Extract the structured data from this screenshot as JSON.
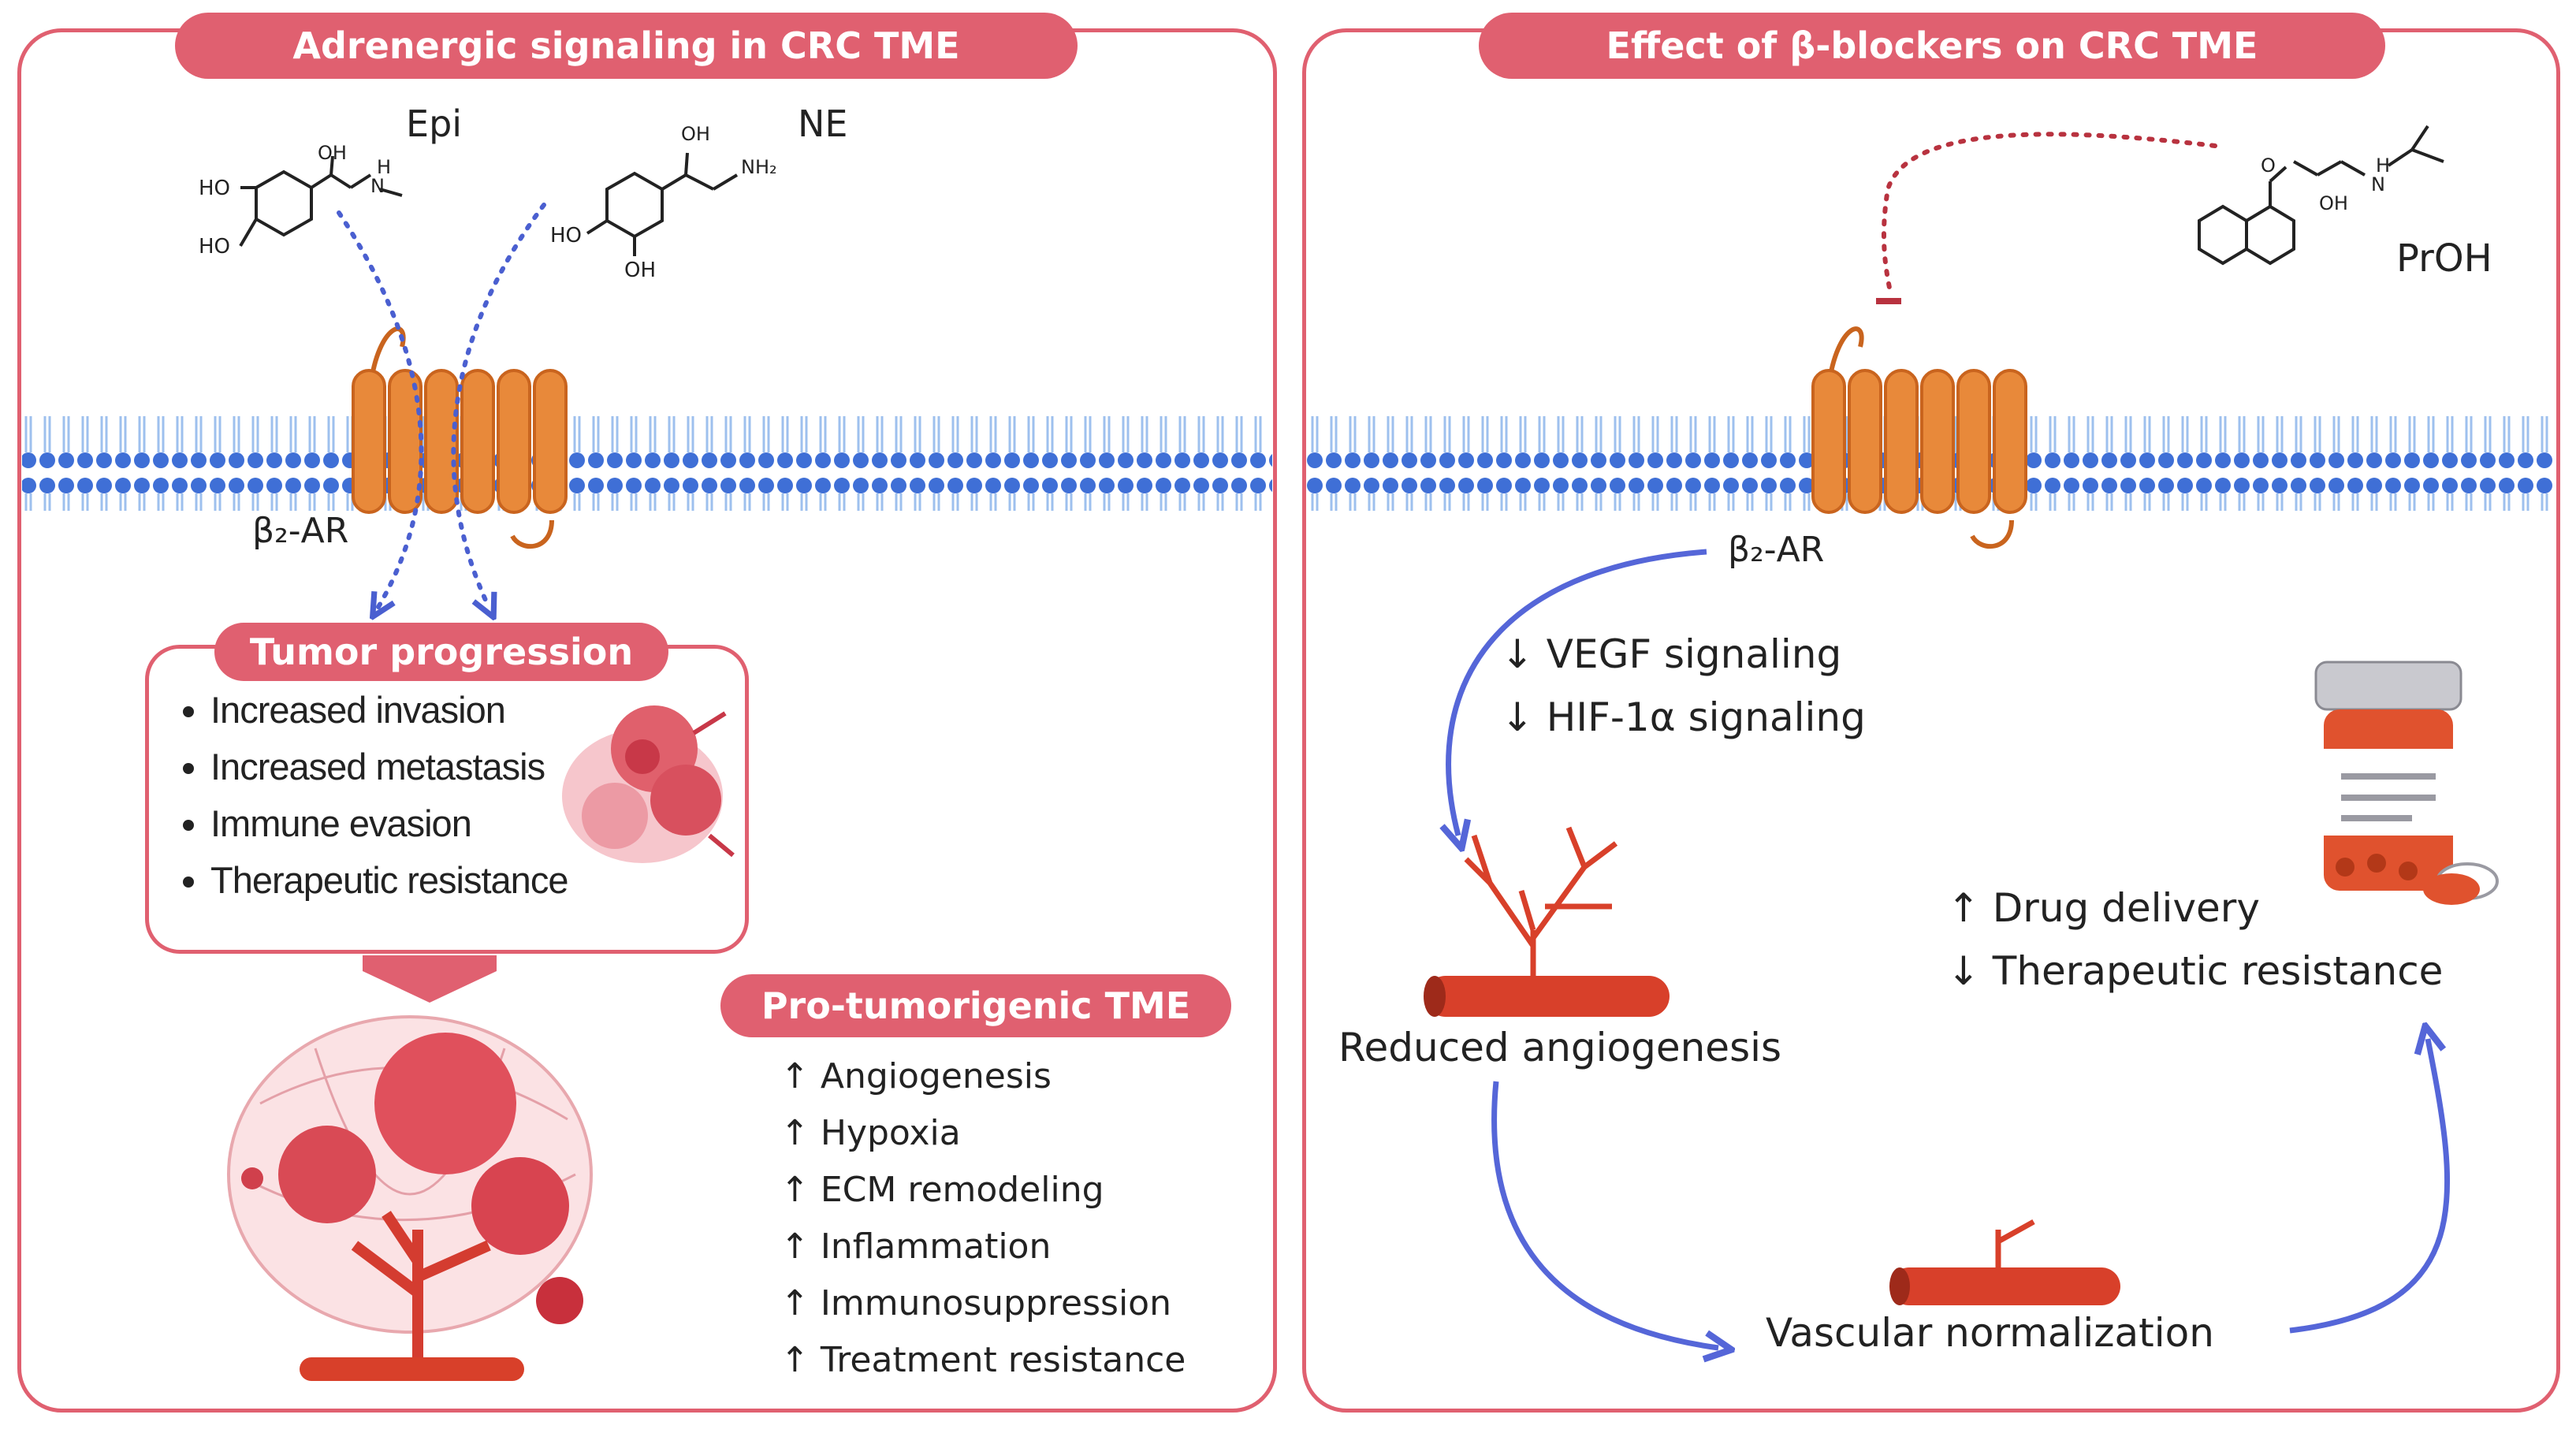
{
  "colors": {
    "accent": "#e06070",
    "membrane": "#3f6fd6",
    "receptor": "#e8893a",
    "vessel": "#d8402a",
    "arrow": "#5566d8",
    "inhibit": "#b8323f"
  },
  "left": {
    "title": "Adrenergic signaling in CRC TME",
    "epi_label": "Epi",
    "ne_label": "NE",
    "epi_atoms": {
      "ho1": "HO",
      "ho2": "HO",
      "oh": "OH",
      "nh": "H",
      "n": "N"
    },
    "ne_atoms": {
      "oh": "OH",
      "nh2": "NH₂",
      "ho": "HO",
      "oh2": "OH"
    },
    "receptor_label": "β₂-AR",
    "tumor_box": {
      "title": "Tumor progression",
      "items": [
        "Increased invasion",
        "Increased metastasis",
        "Immune evasion",
        "Therapeutic resistance"
      ]
    },
    "tme": {
      "title": "Pro-tumorigenic TME",
      "items": [
        "↑  Angiogenesis",
        "↑  Hypoxia",
        "↑  ECM remodeling",
        "↑  Inflammation",
        "↑  Immunosuppression",
        "↑  Treatment resistance"
      ]
    }
  },
  "right": {
    "title": "Effect of β-blockers on CRC TME",
    "drug_label": "PrOH",
    "drug_atoms": {
      "o": "O",
      "nh": "H",
      "n": "N",
      "oh": "OH"
    },
    "receptor_label": "β₂-AR",
    "signaling": [
      "↓  VEGF signaling",
      "↓  HIF-1α signaling"
    ],
    "angio_label": "Reduced angiogenesis",
    "norm_label": "Vascular normalization",
    "outcomes": [
      "↑  Drug delivery",
      "↓  Therapeutic resistance"
    ]
  }
}
